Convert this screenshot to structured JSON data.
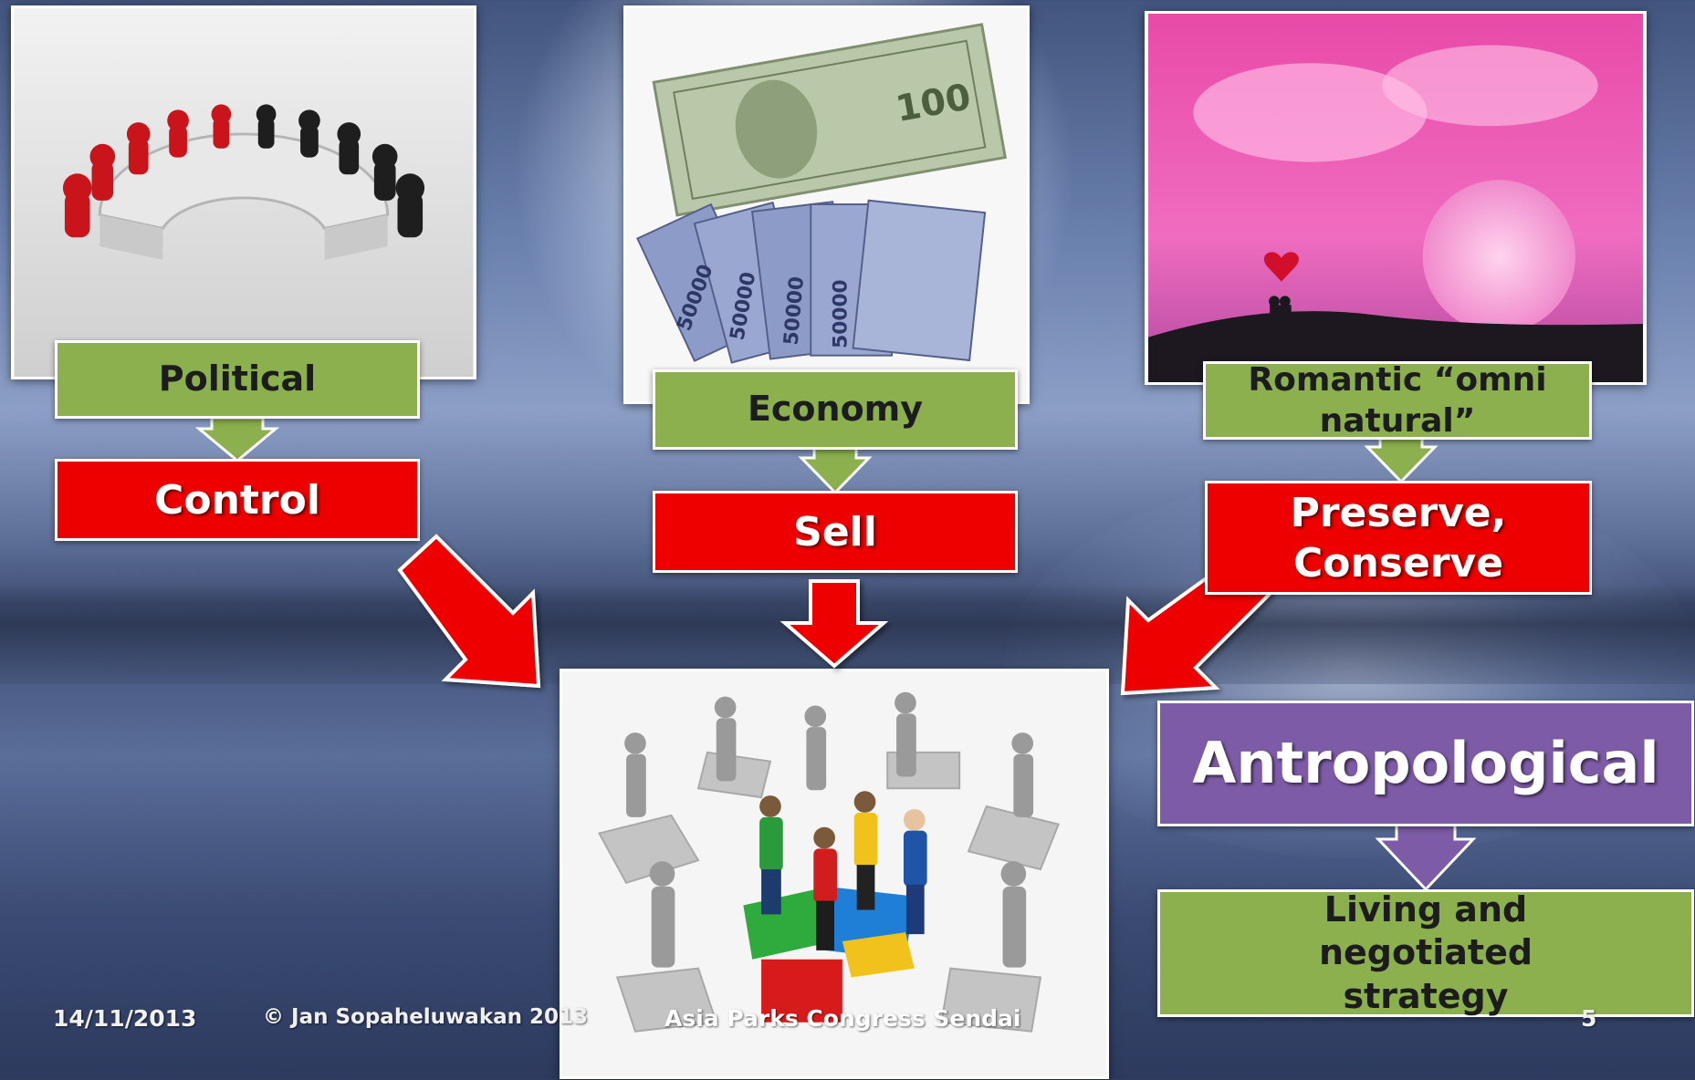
{
  "slide": {
    "columns": [
      {
        "category": "Political",
        "action": "Control"
      },
      {
        "category": "Economy",
        "action": "Sell"
      },
      {
        "category": "Romantic “omni natural”",
        "action": "Preserve, Conserve"
      }
    ],
    "side": {
      "heading": "Antropological",
      "result": "Living and negotiated strategy"
    },
    "footer": {
      "date": "14/11/2013",
      "author": "© Jan Sopaheluwakan 2013",
      "event": "Asia Parks Congress Sendai",
      "page": "5"
    }
  },
  "colors": {
    "green": "#8bb04d",
    "red": "#ef0000",
    "purple": "#7d5ba6"
  },
  "icons": [
    "meeting-table-icon",
    "money-banknotes-icon",
    "romantic-moon-icon",
    "puzzle-people-icon"
  ]
}
